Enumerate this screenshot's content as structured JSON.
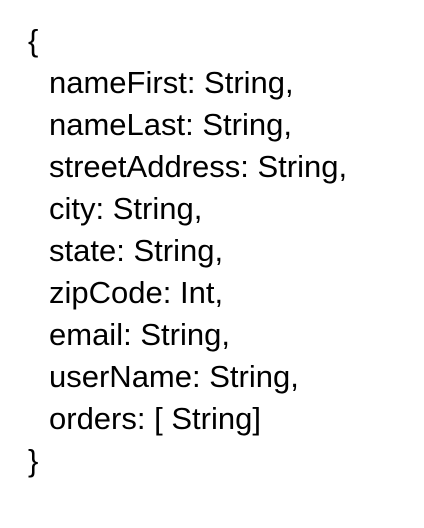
{
  "schema": {
    "open_brace": "{",
    "close_brace": "}",
    "separator": ": ",
    "fields": [
      {
        "key": "nameFirst",
        "type": "String",
        "comma": ","
      },
      {
        "key": "nameLast",
        "type": "String",
        "comma": ","
      },
      {
        "key": "streetAddress",
        "type": "String",
        "comma": ","
      },
      {
        "key": "city",
        "type": "String",
        "comma": ","
      },
      {
        "key": "state",
        "type": "String",
        "comma": ","
      },
      {
        "key": "zipCode",
        "type": "Int",
        "comma": ","
      },
      {
        "key": "email",
        "type": "String",
        "comma": ","
      },
      {
        "key": "userName",
        "type": "String",
        "comma": ","
      },
      {
        "key": "orders",
        "type": "[ String]",
        "comma": ""
      }
    ]
  }
}
